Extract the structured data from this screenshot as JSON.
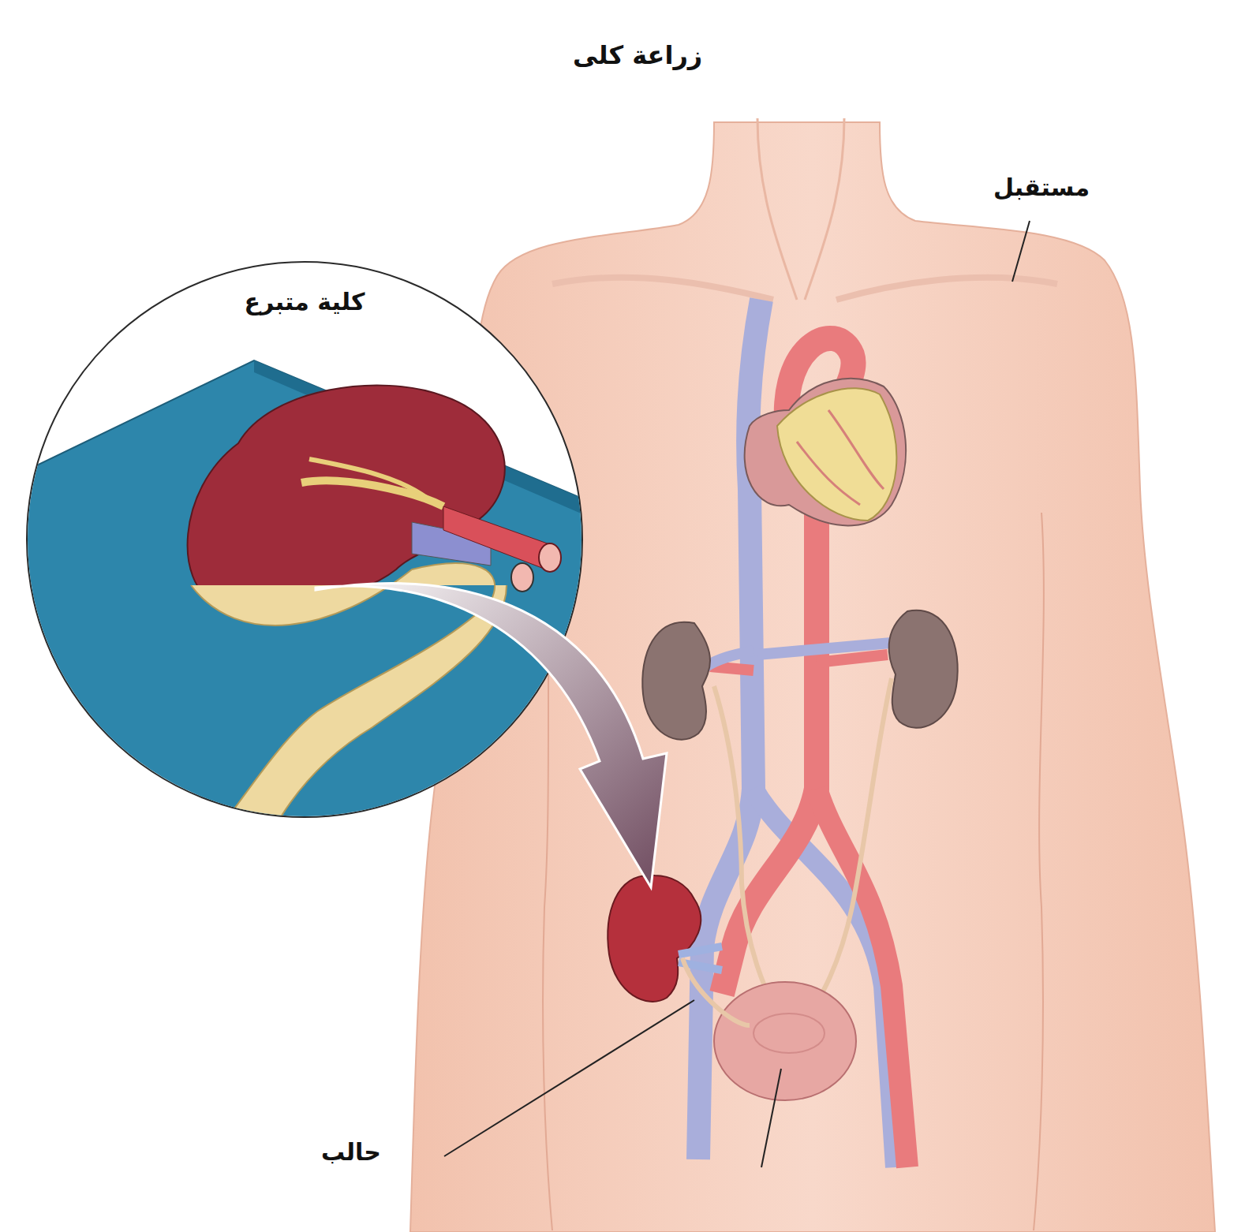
{
  "diagram": {
    "title": "زراعة كلى",
    "nodes": [
      {
        "text": [
          "كلية متبرع"
        ]
      }
    ],
    "edges": [],
    "labels": [
      "مستقبل",
      "حالب"
    ]
  }
}
